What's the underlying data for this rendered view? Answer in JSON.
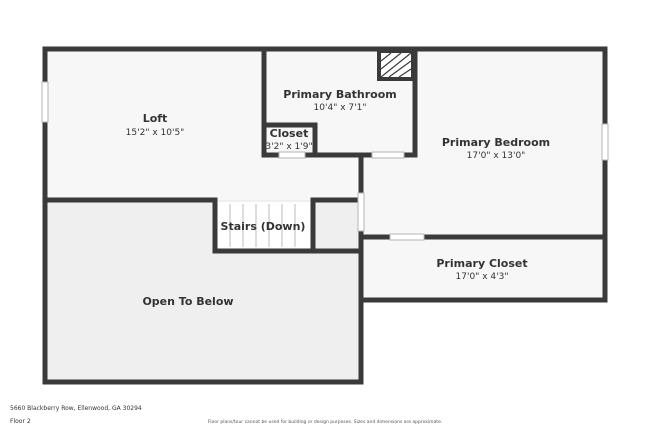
{
  "rooms": {
    "loft": {
      "name": "Loft",
      "dims": "15'2\" x 10'5\""
    },
    "primary_bathroom": {
      "name": "Primary Bathroom",
      "dims": "10'4\" x 7'1\""
    },
    "closet": {
      "name": "Closet",
      "dims": "3'2\" x 1'9\""
    },
    "primary_bedroom": {
      "name": "Primary Bedroom",
      "dims": "17'0\" x 13'0\""
    },
    "stairs": {
      "name": "Stairs (Down)"
    },
    "primary_closet": {
      "name": "Primary Closet",
      "dims": "17'0\" x 4'3\""
    },
    "open_to_below": {
      "name": "Open To Below"
    }
  },
  "footer": {
    "address": "5660 Blackberry Row, Ellenwood, GA 30294",
    "floor": "Floor 2",
    "disclaimer": "Floor plans/tour cannot be used for building or design purposes. Sizes and dimensions are approximate."
  },
  "colors": {
    "wall": "#3a3a3a",
    "floor": "#f7f7f7",
    "open_area": "#efefef"
  }
}
